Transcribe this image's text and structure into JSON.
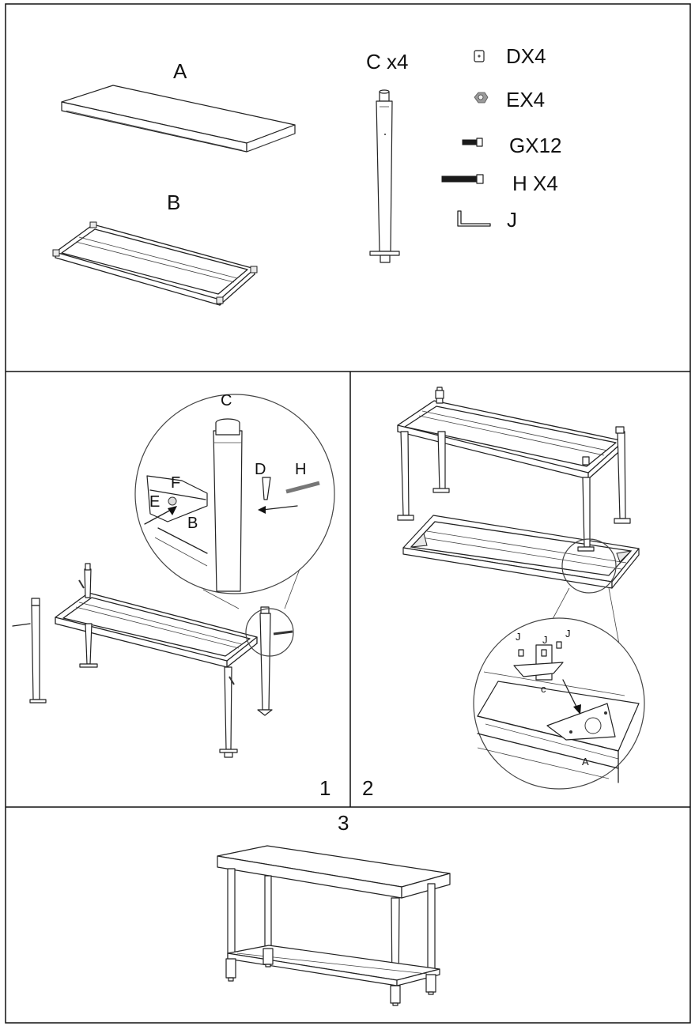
{
  "parts": {
    "a": "A",
    "b": "B",
    "c": "C x4",
    "d": "DX4",
    "e": "EX4",
    "g": "GX12",
    "h": "H X4",
    "j": "J"
  },
  "step1": {
    "number": "1",
    "callout": {
      "c": "C",
      "d": "D",
      "h": "H",
      "f": "F",
      "e": "E",
      "b": "B"
    }
  },
  "step2": {
    "number": "2",
    "callout": {
      "j1": "J",
      "j2": "J",
      "j3": "J",
      "c": "c",
      "a": "A"
    }
  },
  "step3": {
    "number": "3"
  }
}
